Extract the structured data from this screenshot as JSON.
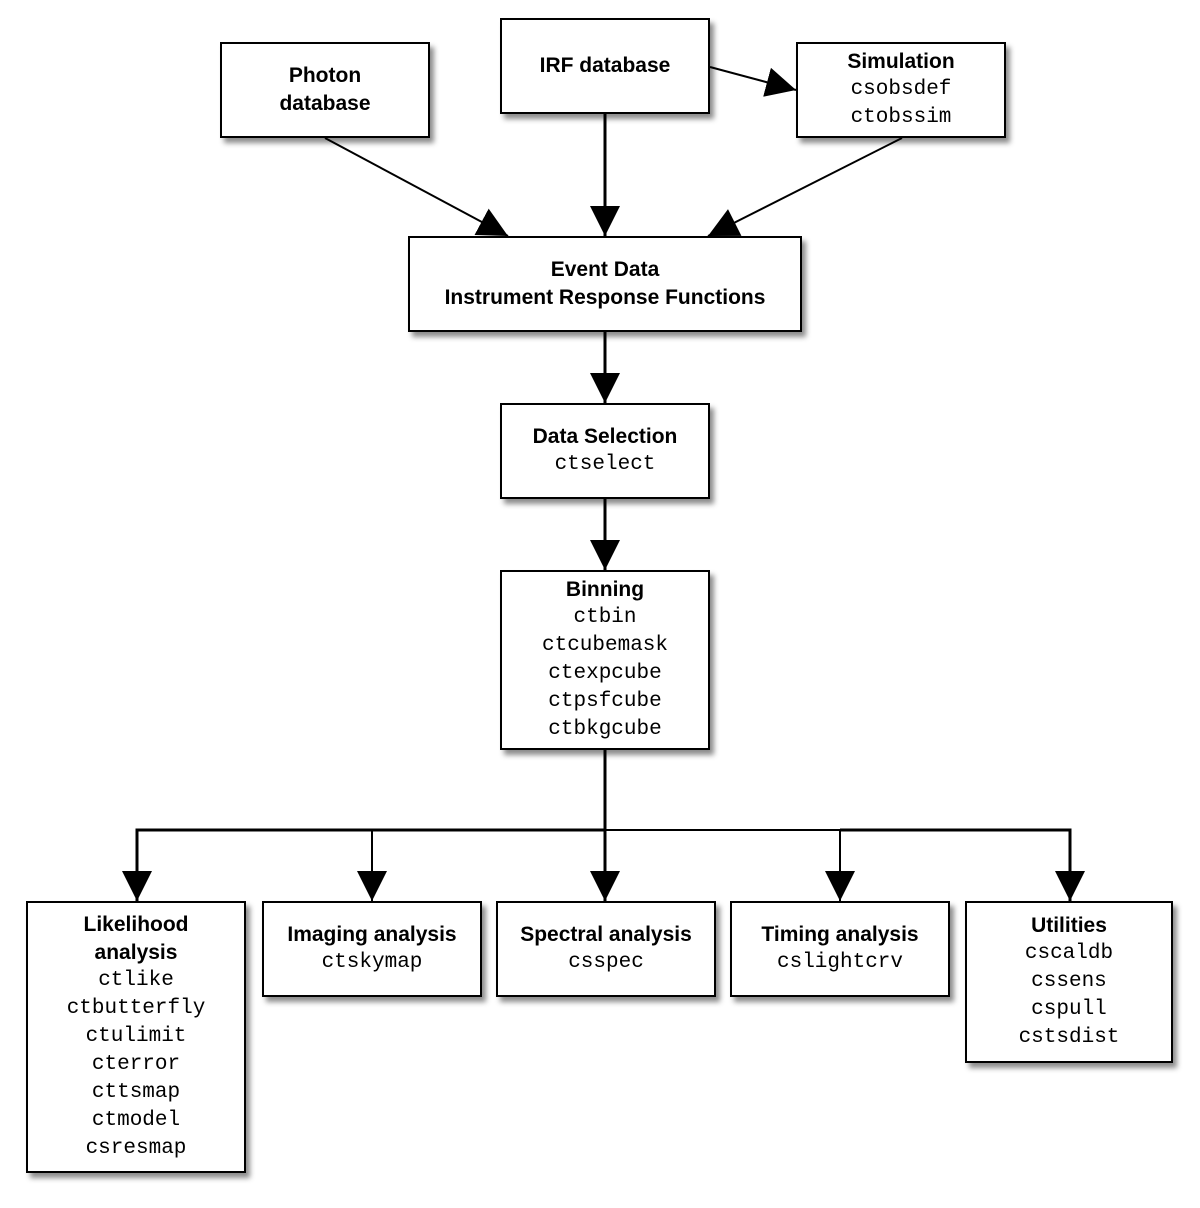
{
  "nodes": {
    "photon": {
      "title_lines": [
        "Photon",
        "database"
      ],
      "tools": []
    },
    "irf": {
      "title_lines": [
        "IRF database"
      ],
      "tools": []
    },
    "simulation": {
      "title_lines": [
        "Simulation"
      ],
      "tools": [
        "csobsdef",
        "ctobssim"
      ]
    },
    "event": {
      "title_lines": [
        "Event Data",
        "Instrument Response Functions"
      ],
      "tools": []
    },
    "selection": {
      "title_lines": [
        "Data Selection"
      ],
      "tools": [
        "ctselect"
      ]
    },
    "binning": {
      "title_lines": [
        "Binning"
      ],
      "tools": [
        "ctbin",
        "ctcubemask",
        "ctexpcube",
        "ctpsfcube",
        "ctbkgcube"
      ]
    },
    "likelihood": {
      "title_lines": [
        "Likelihood",
        "analysis"
      ],
      "tools": [
        "ctlike",
        "ctbutterfly",
        "ctulimit",
        "cterror",
        "cttsmap",
        "ctmodel",
        "csresmap"
      ]
    },
    "imaging": {
      "title_lines": [
        "Imaging analysis"
      ],
      "tools": [
        "ctskymap"
      ]
    },
    "spectral": {
      "title_lines": [
        "Spectral analysis"
      ],
      "tools": [
        "csspec"
      ]
    },
    "timing": {
      "title_lines": [
        "Timing analysis"
      ],
      "tools": [
        "cslightcrv"
      ]
    },
    "utilities": {
      "title_lines": [
        "Utilities"
      ],
      "tools": [
        "cscaldb",
        "cssens",
        "cspull",
        "cstsdist"
      ]
    }
  },
  "edges": [
    {
      "from": "irf",
      "to": "simulation"
    },
    {
      "from": "photon",
      "to": "event"
    },
    {
      "from": "irf",
      "to": "event"
    },
    {
      "from": "simulation",
      "to": "event"
    },
    {
      "from": "event",
      "to": "selection"
    },
    {
      "from": "selection",
      "to": "binning"
    },
    {
      "from": "binning",
      "to": "likelihood"
    },
    {
      "from": "binning",
      "to": "imaging"
    },
    {
      "from": "binning",
      "to": "spectral"
    },
    {
      "from": "binning",
      "to": "timing"
    },
    {
      "from": "binning",
      "to": "utilities"
    }
  ],
  "colors": {
    "line": "#000000",
    "box_border": "#000000",
    "box_fill": "#ffffff"
  }
}
